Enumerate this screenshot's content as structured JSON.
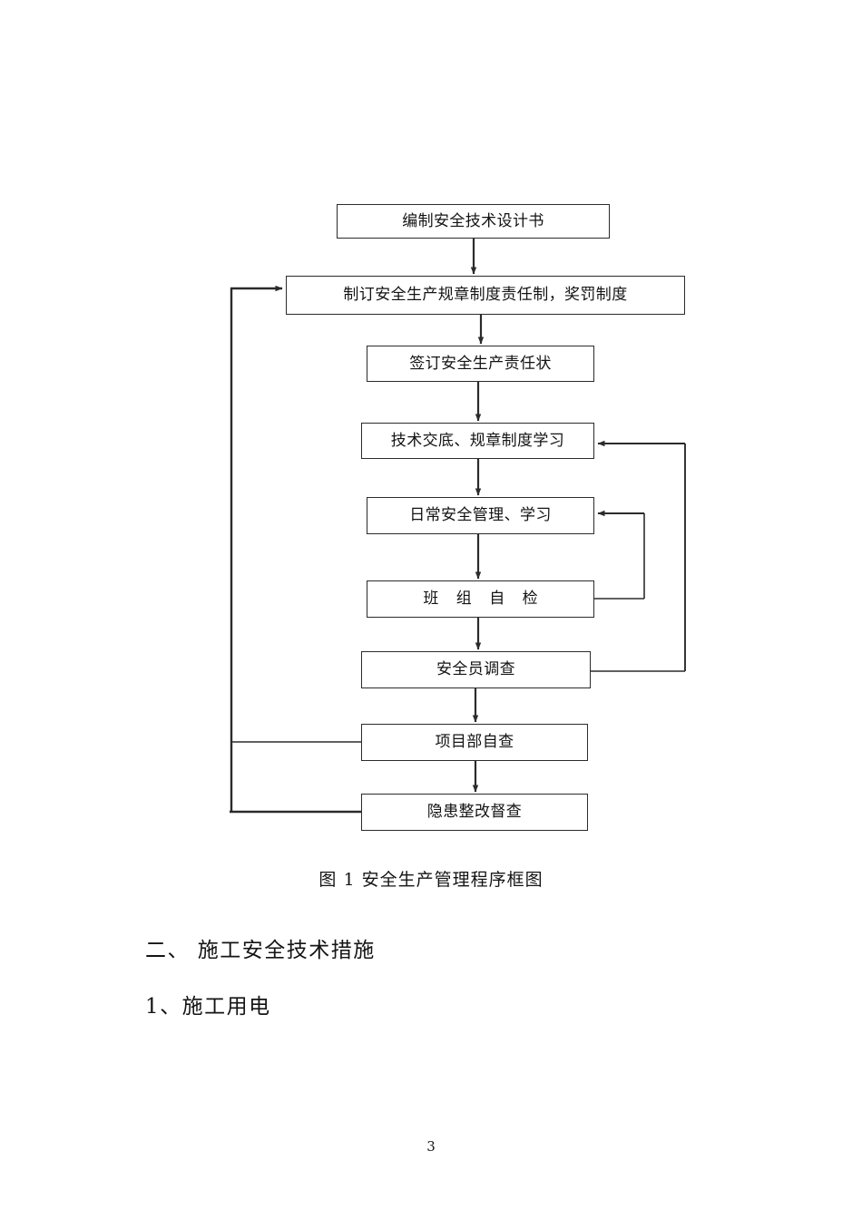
{
  "document": {
    "page_number": "3",
    "caption": "图 1 安全生产管理程序框图",
    "body_lines": [
      "二、 施工安全技术措施",
      "1、施工用电"
    ]
  },
  "chart_data": {
    "type": "diagram",
    "title": "图 1 安全生产管理程序框图",
    "diagram_kind": "flowchart",
    "orientation": "top-to-bottom",
    "nodes": [
      {
        "id": "n0",
        "label": "编制安全技术设计书"
      },
      {
        "id": "n1",
        "label": "制订安全生产规章制度责任制，奖罚制度"
      },
      {
        "id": "n2",
        "label": "签订安全生产责任状"
      },
      {
        "id": "n3",
        "label": "技术交底、规章制度学习"
      },
      {
        "id": "n4",
        "label": "日常安全管理、学习"
      },
      {
        "id": "n5",
        "label": "班 组 自 检"
      },
      {
        "id": "n6",
        "label": "安全员调查"
      },
      {
        "id": "n7",
        "label": "项目部自查"
      },
      {
        "id": "n8",
        "label": "隐患整改督查"
      }
    ],
    "edges": [
      {
        "from": "n0",
        "to": "n1",
        "kind": "down-arrow"
      },
      {
        "from": "n1",
        "to": "n2",
        "kind": "down-arrow"
      },
      {
        "from": "n2",
        "to": "n3",
        "kind": "down-arrow"
      },
      {
        "from": "n3",
        "to": "n4",
        "kind": "down-arrow"
      },
      {
        "from": "n4",
        "to": "n5",
        "kind": "down-arrow"
      },
      {
        "from": "n5",
        "to": "n6",
        "kind": "down-arrow"
      },
      {
        "from": "n6",
        "to": "n7",
        "kind": "down-arrow"
      },
      {
        "from": "n7",
        "to": "n8",
        "kind": "down-arrow"
      },
      {
        "from": "n5",
        "to": "n4",
        "kind": "feedback-right-loop"
      },
      {
        "from": "n6",
        "to": "n3",
        "kind": "feedback-right-loop"
      },
      {
        "from": "n7",
        "to": "n1",
        "kind": "feedback-left-loop"
      },
      {
        "from": "n8",
        "to": "n1",
        "kind": "feedback-left-loop"
      }
    ]
  },
  "style": {
    "line_color": "#2b2b2b",
    "box_border": "#2b2b2b",
    "text_color": "#131313",
    "background": "#ffffff"
  }
}
